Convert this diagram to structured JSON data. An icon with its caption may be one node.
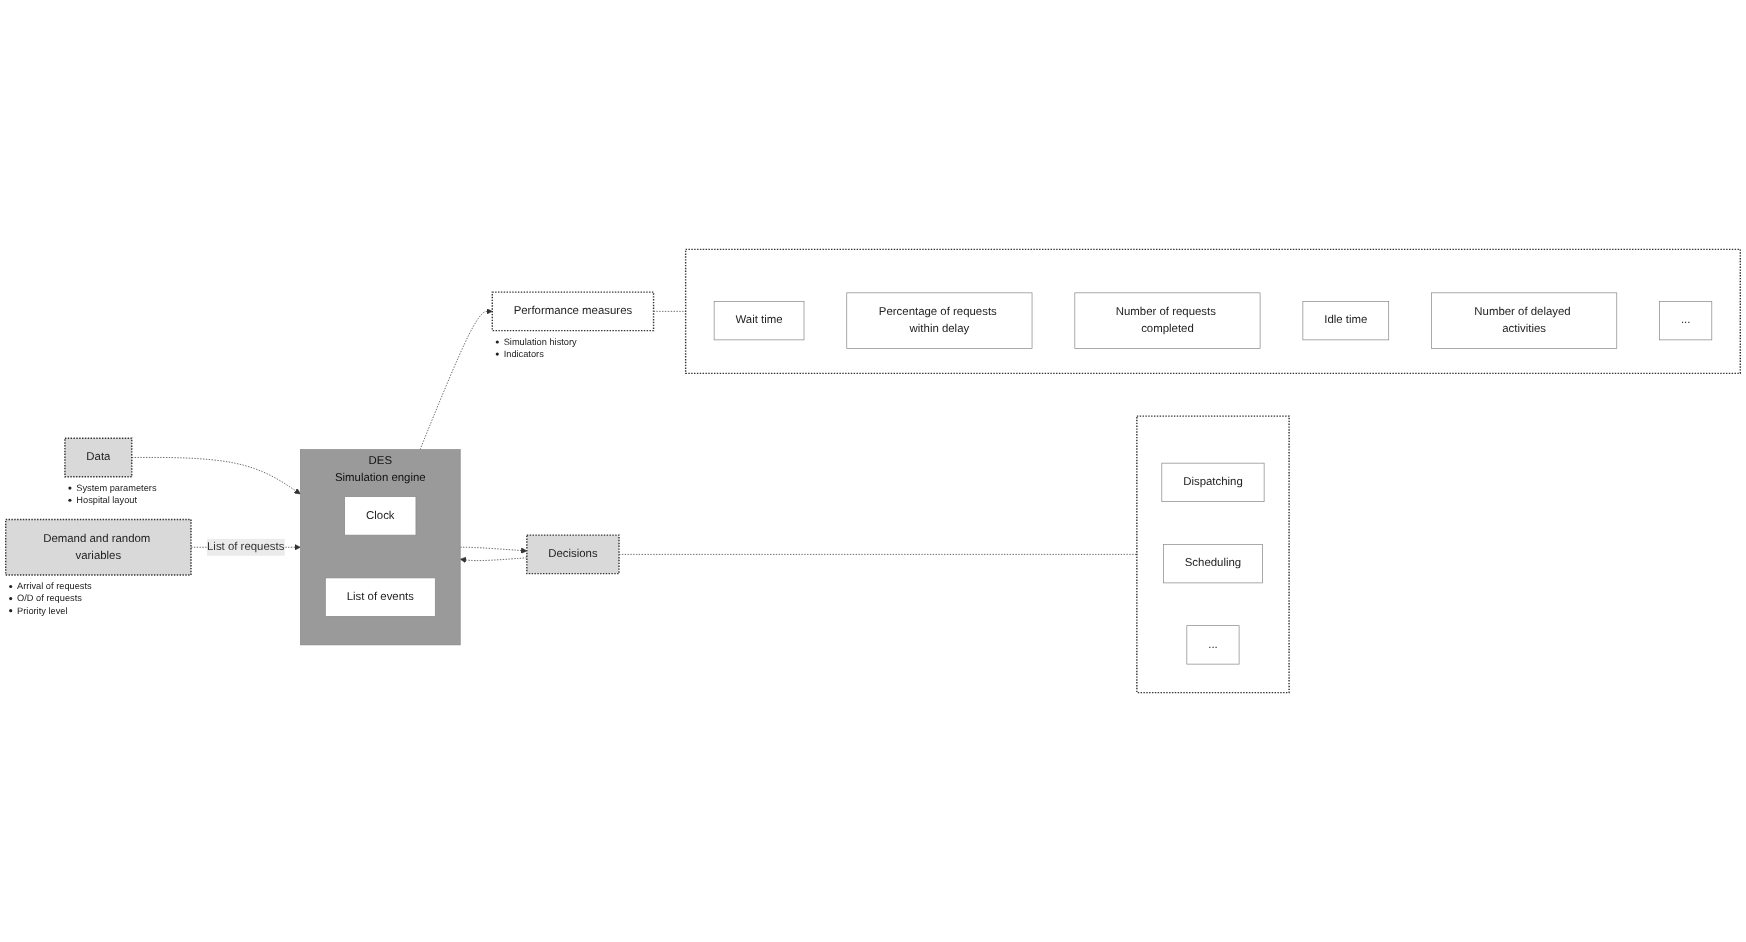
{
  "diagram": {
    "nodes": [
      {
        "text": [
          "Data"
        ],
        "beside": [
          "System parameters",
          "Hospital layout"
        ]
      },
      {
        "text": [
          "Demand and random variables"
        ],
        "beside": [
          "Arrival of requests",
          "O/D of requests",
          "Priority level"
        ]
      },
      {
        "text": [
          "DES",
          "Simulation engine"
        ]
      },
      {
        "text": [
          "Clock"
        ],
        "in": 2
      },
      {
        "text": [
          "List of events"
        ],
        "in": 2
      },
      {
        "text": [
          "Performance measures"
        ],
        "beside": [
          "Simulation history",
          "Indicators"
        ]
      },
      {
        "text": [],
        "shape": "box"
      },
      {
        "text": [
          "Wait time"
        ],
        "in": 6
      },
      {
        "text": [
          "Percentage of requests within delay"
        ],
        "in": 6
      },
      {
        "text": [
          "Number of requests completed"
        ],
        "in": 6
      },
      {
        "text": [
          "Idle time"
        ],
        "in": 6
      },
      {
        "text": [
          "Number of delayed activities"
        ],
        "in": 6
      },
      {
        "text": [
          "..."
        ],
        "in": 6
      },
      {
        "text": [
          "Decisions"
        ]
      },
      {
        "text": [],
        "shape": "box"
      },
      {
        "text": [
          "Dispatching"
        ],
        "in": 14
      },
      {
        "text": [
          "Scheduling"
        ],
        "in": 14
      },
      {
        "text": [
          "..."
        ],
        "in": 14
      }
    ],
    "edges": [
      {
        "from": 0,
        "to": 2,
        "arrow": "to",
        "style": "dashed"
      },
      {
        "from": 1,
        "to": 2,
        "arrow": "to",
        "style": "dashed",
        "label": "List of requests"
      },
      {
        "from": 2,
        "to": 5,
        "arrow": "to",
        "style": "dashed"
      },
      {
        "from": 5,
        "to": 6,
        "arrow": "none",
        "style": "dashed"
      },
      {
        "from": 2,
        "to": 13,
        "arrow": "to",
        "style": "dashed"
      },
      {
        "from": 13,
        "to": 2,
        "arrow": "to",
        "style": "dashed"
      },
      {
        "from": 13,
        "to": 14,
        "arrow": "none",
        "style": "dashed"
      }
    ]
  }
}
